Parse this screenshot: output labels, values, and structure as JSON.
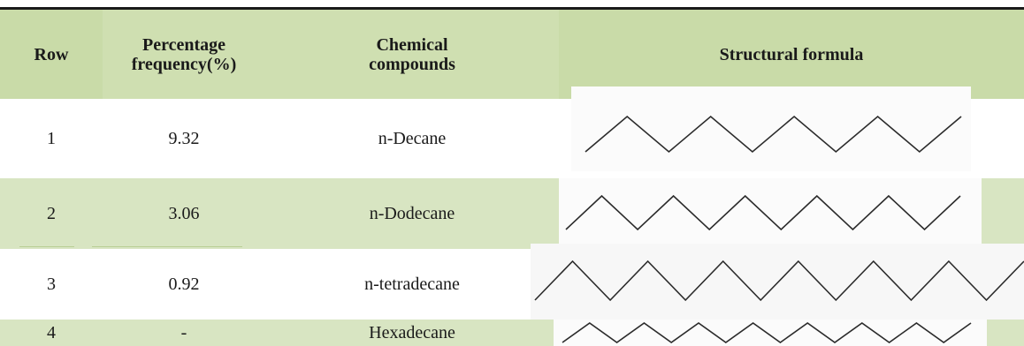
{
  "table": {
    "headers": {
      "row": "Row",
      "percentage": "Percentage frequency(%)",
      "chemical": "Chemical compounds",
      "structural": "Structural formula"
    },
    "rows": [
      {
        "row": "1",
        "percentage": "9.32",
        "chemical": "n-Decane",
        "carbons": 10
      },
      {
        "row": "2",
        "percentage": "3.06",
        "chemical": "n-Dodecane",
        "carbons": 12
      },
      {
        "row": "3",
        "percentage": "0.92",
        "chemical": "n-tetradecane",
        "carbons": 14
      },
      {
        "row": "4",
        "percentage": "-",
        "chemical": "Hexadecane",
        "carbons": 16
      }
    ]
  },
  "colors": {
    "header_bg": "#c9dba8",
    "alt_row_bg": "#d8e5c2",
    "rule": "#1a1a1a"
  }
}
